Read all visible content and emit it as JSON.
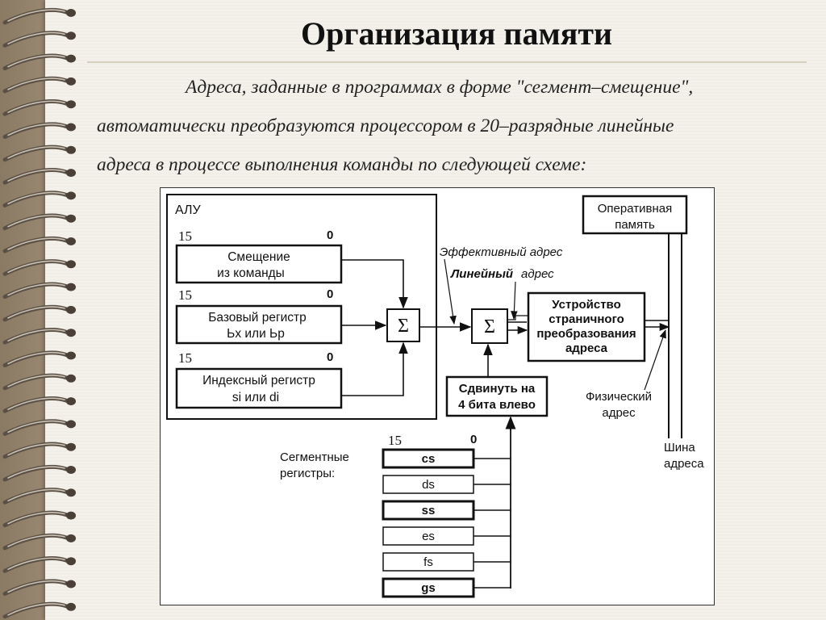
{
  "slide": {
    "title": "Организация памяти",
    "paragraph": {
      "line1": "Адреса, заданные в программах в форме \"сегмент–смещение\",",
      "line2": "автоматически преобразуются процессором в 20–разрядные линейные",
      "line3": "адреса в процессе выполнения команды по следующей схеме:"
    }
  },
  "diagram": {
    "alu_label": "АЛУ",
    "bit_high": "15",
    "bit_low": "0",
    "offset_register": {
      "line1": "Смещение",
      "line2": "из команды"
    },
    "base_register": {
      "line1": "Базовый регистр",
      "line2": "Ьх или Ьр"
    },
    "index_register": {
      "line1": "Индексный регистр",
      "line2": "si или di"
    },
    "sum_symbol": "Σ",
    "effective_address_label": "Эффективный адрес",
    "linear_address_label": {
      "bold_part": "Линейный",
      "rest": "адрес"
    },
    "paging_unit": {
      "line1": "Устройство",
      "line2": "страничного",
      "line3": "преобразования",
      "line4": "адреса"
    },
    "ram": {
      "line1": "Оперативная",
      "line2": "память"
    },
    "shift_box": {
      "line1": "Сдвинуть на",
      "line2": "4 бита влево"
    },
    "physical_address_label": {
      "line1": "Физический",
      "line2": "адрес"
    },
    "address_bus_label": {
      "line1": "Шина",
      "line2": "адреса"
    },
    "segment_registers_label": {
      "line1": "Сегментные",
      "line2": "регистры:"
    },
    "segment_registers": [
      {
        "name": "cs",
        "bold": true
      },
      {
        "name": "ds",
        "bold": false
      },
      {
        "name": "ss",
        "bold": true
      },
      {
        "name": "es",
        "bold": false
      },
      {
        "name": "fs",
        "bold": false
      },
      {
        "name": "gs",
        "bold": true
      }
    ]
  }
}
